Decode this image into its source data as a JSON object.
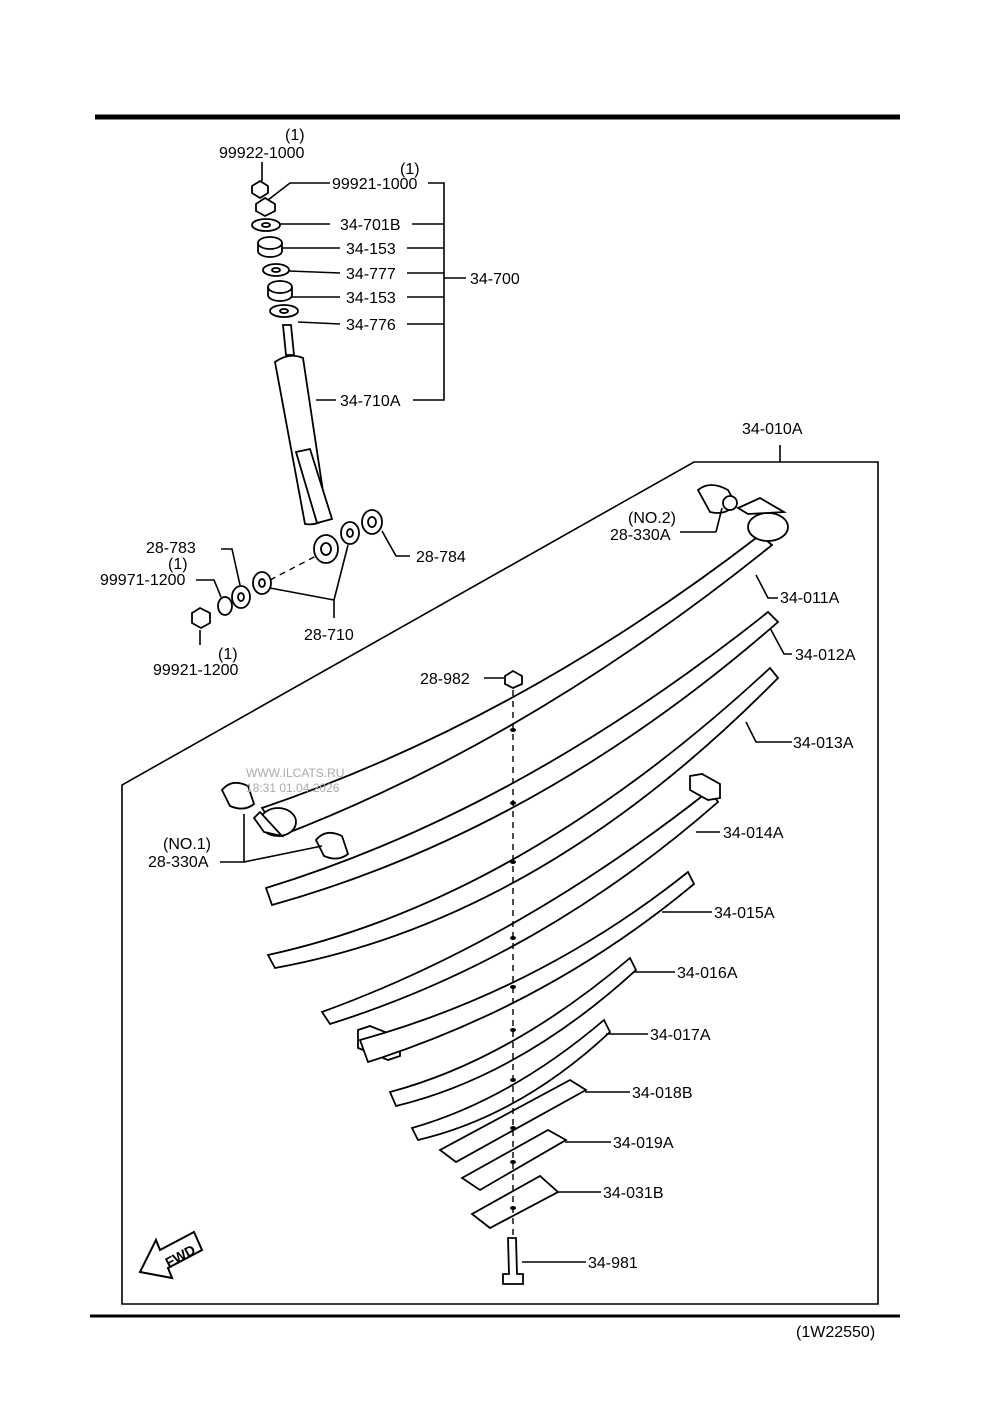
{
  "labels": {
    "n99922_qty": "(1)",
    "n99922": "99922-1000",
    "n99921_1000_qty": "(1)",
    "n99921_1000": "99921-1000",
    "n34_701B": "34-701B",
    "n34_153_a": "34-153",
    "n34_777": "34-777",
    "n34_153_b": "34-153",
    "n34_776": "34-776",
    "n34_700": "34-700",
    "n34_710A": "34-710A",
    "n28_783": "28-783",
    "n99971_qty": "(1)",
    "n99971": "99971-1200",
    "n28_784": "28-784",
    "n28_710": "28-710",
    "n99921_1200": "99921-1200",
    "n99921_1200_qty": "(1)",
    "n34_010A": "34-010A",
    "no2": "(NO.2)",
    "n28_330A_top": "28-330A",
    "n34_011A": "34-011A",
    "n34_012A": "34-012A",
    "n28_982": "28-982",
    "n34_013A": "34-013A",
    "no1": "(NO.1)",
    "n28_330A_bot": "28-330A",
    "n34_014A": "34-014A",
    "n34_015A": "34-015A",
    "n34_016A": "34-016A",
    "n34_017A": "34-017A",
    "n34_018B": "34-018B",
    "n34_019A": "34-019A",
    "n34_031B": "34-031B",
    "n34_981": "34-981",
    "fwd": "FWD",
    "ref": "(1W22550)"
  },
  "watermark": {
    "site": "WWW.ILCATS.RU",
    "stamp": "18:31 01.04.2026"
  },
  "icons": [
    "fwd-arrow-icon"
  ]
}
